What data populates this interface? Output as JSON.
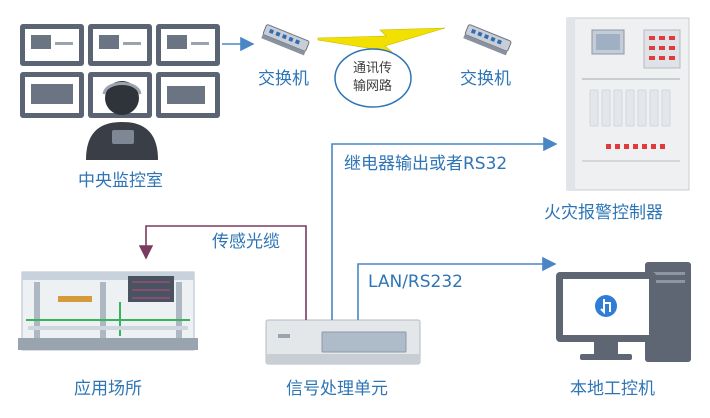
{
  "labels": {
    "central_monitoring_room": "中央监控室",
    "switch_left": "交换机",
    "switch_right": "交换机",
    "comm_network": [
      "通讯传",
      "输网路"
    ],
    "relay_output": "继电器输出或者RS32",
    "fire_alarm_controller": "火灾报警控制器",
    "fiber_optic_cable": "传感光缆",
    "lan_link": "LAN/RS232",
    "application_site": "应用场所",
    "signal_processing_unit": "信号处理单元",
    "local_industrial_pc": "本地工控机"
  },
  "colors": {
    "label_blue": "#2e75b6",
    "label_dark": "#3f3f3f",
    "blue_line": "#4a86c5",
    "fiber_line": "#7a3b5e",
    "lightning": "#f2e000"
  }
}
